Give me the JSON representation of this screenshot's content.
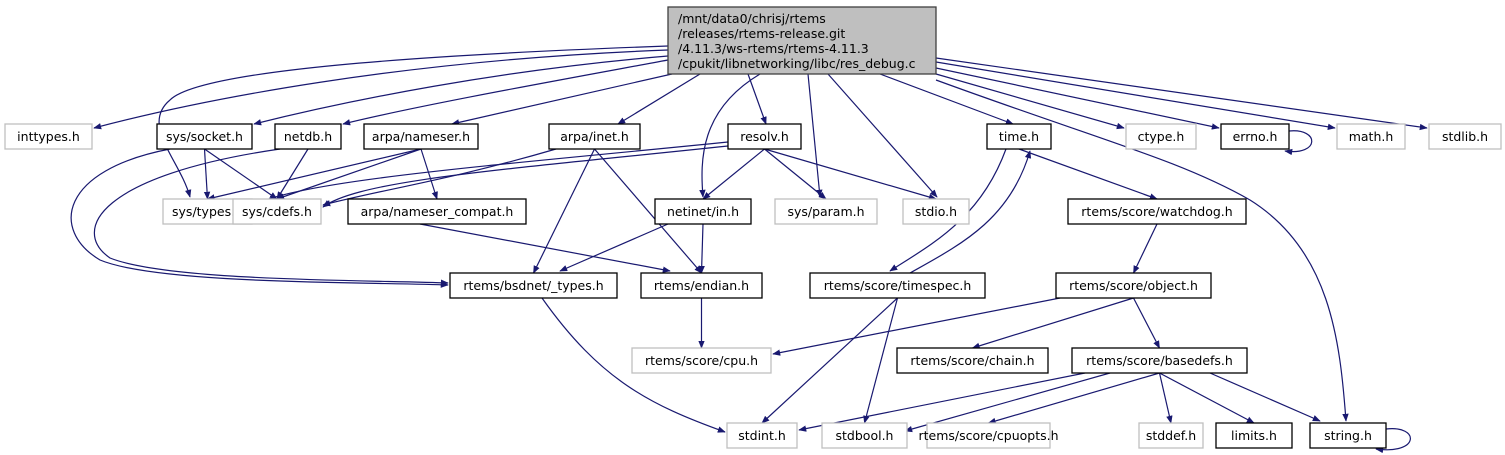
{
  "diagram": {
    "type": "include-dependency-graph",
    "colors": {
      "edge": "#191970",
      "root_fill": "#bfbfbf",
      "root_border": "#404040",
      "documented_border": "#000000",
      "undocumented_border": "#bfbfbf",
      "node_fill": "#ffffff"
    },
    "root": {
      "id": "root",
      "lines": [
        "/mnt/data0/chrisj/rtems",
        "/releases/rtems-release.git",
        "/4.11.3/ws-rtems/rtems-4.11.3",
        "/cpukit/libnetworking/libc/res_debug.c"
      ]
    },
    "nodes": [
      {
        "id": "inttypes",
        "label": "inttypes.h",
        "documented": false
      },
      {
        "id": "sys_socket",
        "label": "sys/socket.h",
        "documented": true
      },
      {
        "id": "netdb",
        "label": "netdb.h",
        "documented": true
      },
      {
        "id": "arpa_nameser",
        "label": "arpa/nameser.h",
        "documented": true
      },
      {
        "id": "arpa_inet",
        "label": "arpa/inet.h",
        "documented": true
      },
      {
        "id": "resolv",
        "label": "resolv.h",
        "documented": true
      },
      {
        "id": "time",
        "label": "time.h",
        "documented": true
      },
      {
        "id": "ctype",
        "label": "ctype.h",
        "documented": false
      },
      {
        "id": "errno",
        "label": "errno.h",
        "documented": true
      },
      {
        "id": "math",
        "label": "math.h",
        "documented": false
      },
      {
        "id": "stdlib",
        "label": "stdlib.h",
        "documented": false
      },
      {
        "id": "sys_types",
        "label": "sys/types.h",
        "documented": false
      },
      {
        "id": "sys_cdefs",
        "label": "sys/cdefs.h",
        "documented": false
      },
      {
        "id": "arpa_nameser_compat",
        "label": "arpa/nameser_compat.h",
        "documented": true
      },
      {
        "id": "netinet_in",
        "label": "netinet/in.h",
        "documented": true
      },
      {
        "id": "sys_param",
        "label": "sys/param.h",
        "documented": false
      },
      {
        "id": "stdio",
        "label": "stdio.h",
        "documented": false
      },
      {
        "id": "watchdog",
        "label": "rtems/score/watchdog.h",
        "documented": true
      },
      {
        "id": "bsdnet_types",
        "label": "rtems/bsdnet/_types.h",
        "documented": true
      },
      {
        "id": "endian",
        "label": "rtems/endian.h",
        "documented": true
      },
      {
        "id": "timespec",
        "label": "rtems/score/timespec.h",
        "documented": true
      },
      {
        "id": "object",
        "label": "rtems/score/object.h",
        "documented": true
      },
      {
        "id": "cpu",
        "label": "rtems/score/cpu.h",
        "documented": false
      },
      {
        "id": "chain",
        "label": "rtems/score/chain.h",
        "documented": true
      },
      {
        "id": "basedefs",
        "label": "rtems/score/basedefs.h",
        "documented": true
      },
      {
        "id": "stdint",
        "label": "stdint.h",
        "documented": false
      },
      {
        "id": "stdbool",
        "label": "stdbool.h",
        "documented": false
      },
      {
        "id": "cpuopts",
        "label": "rtems/score/cpuopts.h",
        "documented": false
      },
      {
        "id": "stddef",
        "label": "stddef.h",
        "documented": false
      },
      {
        "id": "limits",
        "label": "limits.h",
        "documented": true
      },
      {
        "id": "string",
        "label": "string.h",
        "documented": true
      }
    ],
    "edges": [
      [
        "root",
        "inttypes"
      ],
      [
        "root",
        "sys_socket"
      ],
      [
        "root",
        "netdb"
      ],
      [
        "root",
        "arpa_nameser"
      ],
      [
        "root",
        "arpa_inet"
      ],
      [
        "root",
        "resolv"
      ],
      [
        "root",
        "time"
      ],
      [
        "root",
        "ctype"
      ],
      [
        "root",
        "errno"
      ],
      [
        "root",
        "math"
      ],
      [
        "root",
        "stdlib"
      ],
      [
        "root",
        "sys_types"
      ],
      [
        "root",
        "netinet_in"
      ],
      [
        "root",
        "sys_param"
      ],
      [
        "root",
        "stdio"
      ],
      [
        "root",
        "string"
      ],
      [
        "sys_socket",
        "sys_types"
      ],
      [
        "sys_socket",
        "sys_cdefs"
      ],
      [
        "sys_socket",
        "bsdnet_types"
      ],
      [
        "netdb",
        "sys_cdefs"
      ],
      [
        "netdb",
        "bsdnet_types"
      ],
      [
        "arpa_nameser",
        "sys_types"
      ],
      [
        "arpa_nameser",
        "sys_cdefs"
      ],
      [
        "arpa_nameser",
        "arpa_nameser_compat"
      ],
      [
        "arpa_inet",
        "sys_cdefs"
      ],
      [
        "arpa_inet",
        "bsdnet_types"
      ],
      [
        "arpa_inet",
        "endian"
      ],
      [
        "resolv",
        "sys_types"
      ],
      [
        "resolv",
        "sys_cdefs"
      ],
      [
        "resolv",
        "netinet_in"
      ],
      [
        "resolv",
        "sys_param"
      ],
      [
        "resolv",
        "stdio"
      ],
      [
        "arpa_nameser_compat",
        "endian"
      ],
      [
        "netinet_in",
        "bsdnet_types"
      ],
      [
        "netinet_in",
        "endian"
      ],
      [
        "time",
        "timespec"
      ],
      [
        "time",
        "watchdog"
      ],
      [
        "timespec",
        "time"
      ],
      [
        "timespec",
        "stdint"
      ],
      [
        "timespec",
        "stdbool"
      ],
      [
        "errno",
        "errno"
      ],
      [
        "watchdog",
        "object"
      ],
      [
        "object",
        "cpu"
      ],
      [
        "object",
        "chain"
      ],
      [
        "object",
        "basedefs"
      ],
      [
        "bsdnet_types",
        "stdint"
      ],
      [
        "endian",
        "cpu"
      ],
      [
        "basedefs",
        "stdint"
      ],
      [
        "basedefs",
        "stdbool"
      ],
      [
        "basedefs",
        "cpuopts"
      ],
      [
        "basedefs",
        "stddef"
      ],
      [
        "basedefs",
        "limits"
      ],
      [
        "basedefs",
        "string"
      ],
      [
        "string",
        "string"
      ]
    ]
  }
}
